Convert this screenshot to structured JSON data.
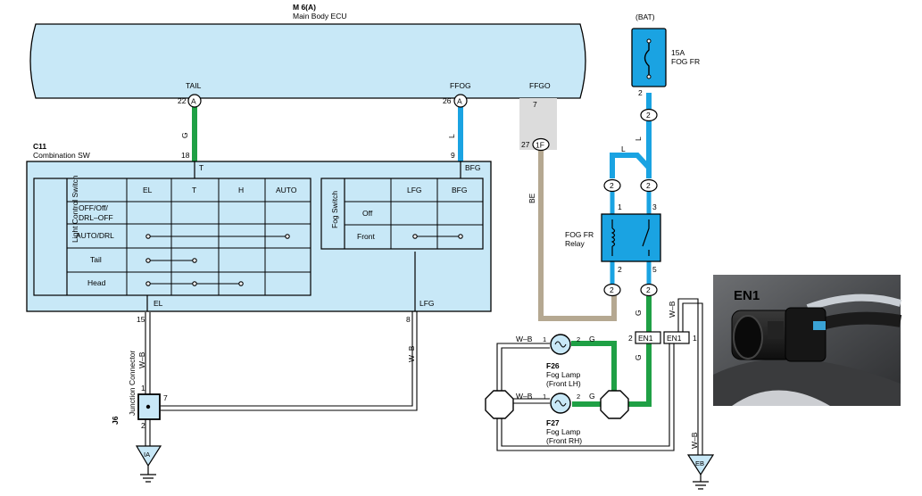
{
  "ecu": {
    "id": "M 6(A)",
    "name": "Main Body ECU"
  },
  "ecu_pins": {
    "tail": {
      "name": "TAIL",
      "num": "22",
      "conn": "A"
    },
    "ffog": {
      "name": "FFOG",
      "num": "26",
      "conn": "A"
    },
    "ffgo": {
      "name": "FFGO",
      "num": "7"
    }
  },
  "connector_1f": {
    "num": "27",
    "label": "1F"
  },
  "combo_sw": {
    "id": "C11",
    "name": "Combination SW",
    "pin_t": {
      "num": "18",
      "name": "T"
    },
    "pin_bfg": {
      "num": "9",
      "name": "BFG"
    },
    "pin_el": {
      "num": "15",
      "name": "EL"
    },
    "pin_lfg": {
      "num": "8",
      "name": "LFG"
    },
    "light_switch": {
      "title": "Light Control Switch",
      "columns": [
        "EL",
        "T",
        "H",
        "AUTO"
      ],
      "rows": [
        "OFF/Off/ DRL–OFF",
        "AUTO/DRL",
        "Tail",
        "Head"
      ]
    },
    "fog_switch": {
      "title": "Fog Switch",
      "columns": [
        "LFG",
        "BFG"
      ],
      "rows": [
        "Off",
        "Front"
      ]
    }
  },
  "wires": {
    "g": "G",
    "l": "L",
    "be": "BE",
    "wb": "W–B"
  },
  "colors": {
    "panel": "#c8e8f7",
    "green": "#1fa045",
    "blue": "#1aa3e2",
    "tan": "#b5a891",
    "relay": "#1aa3e2"
  },
  "fuse": {
    "source": "(BAT)",
    "rating": "15A",
    "name": "FOG FR"
  },
  "relay": {
    "name_line1": "FOG FR",
    "name_line2": "Relay",
    "pins": [
      "1",
      "2",
      "3",
      "5"
    ]
  },
  "connector_pin2": "2",
  "en1": {
    "label": "EN1",
    "pin_left": "2",
    "pin_right": "1"
  },
  "photo": {
    "label": "EN1"
  },
  "fog_lh": {
    "id": "F26",
    "line1": "Fog Lamp",
    "line2": "(Front LH)",
    "pin1": "1",
    "pin2": "2"
  },
  "fog_rh": {
    "id": "F27",
    "line1": "Fog Lamp",
    "line2": "(Front RH)",
    "pin1": "1",
    "pin2": "2"
  },
  "junction": {
    "id": "J6",
    "name": "Junction Connector",
    "pin1": "1",
    "pin2": "2",
    "pin7": "7"
  },
  "grounds": {
    "ia": "IA",
    "eb": "EB"
  }
}
